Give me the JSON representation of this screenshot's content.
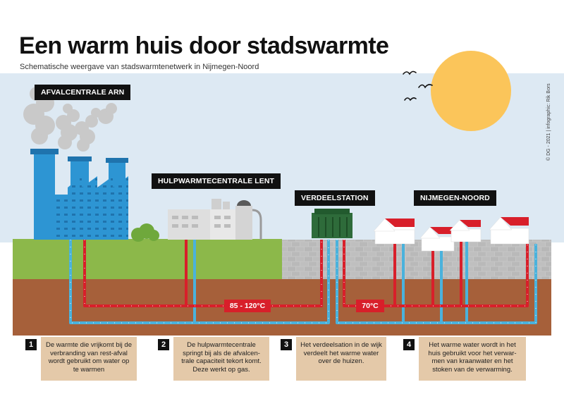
{
  "header": {
    "title": "Een warm huis door stadswarmte",
    "subtitle": "Schematische weergave van stadswarmtenetwerk in Nijmegen-Noord"
  },
  "credit": "© DG - 2021 | infographic: Rik Bors",
  "locations": {
    "waste_plant": "AFVALCENTRALE ARN",
    "backup_plant": "HULPWARMTECENTRALE LENT",
    "distribution_station": "VERDEELSTATION",
    "district": "NIJMEGEN-NOORD"
  },
  "temperatures": {
    "supply_main": "85 - 120°C",
    "supply_district": "70°C"
  },
  "steps": [
    {
      "number": "1",
      "text": "De warmte die vrijkomt bij de verbranding van rest-afval wordt gebruikt om water op te warmen"
    },
    {
      "number": "2",
      "text": "De hulpwarmtecentrale springt bij als de afvalcen-trale capaciteit tekort komt. Deze werkt op gas."
    },
    {
      "number": "3",
      "text": "Het verdeelsation in de wijk verdeelt het warme water over de huizen."
    },
    {
      "number": "4",
      "text": "Het warme water wordt in het huis gebruikt voor het verwar-men van kraanwater en het stoken van de verwarming."
    }
  ],
  "colors": {
    "sky": "#dde9f3",
    "sun": "#fbc55a",
    "grass": "#8cb84a",
    "pavement": "#c4c4c4",
    "soil": "#a6603a",
    "hot_pipe": "#d81f2a",
    "cold_pipe": "#4ab2dc",
    "factory": "#2d95d3",
    "station": "#2e6b3a",
    "caption_box": "#e4c9a9"
  }
}
